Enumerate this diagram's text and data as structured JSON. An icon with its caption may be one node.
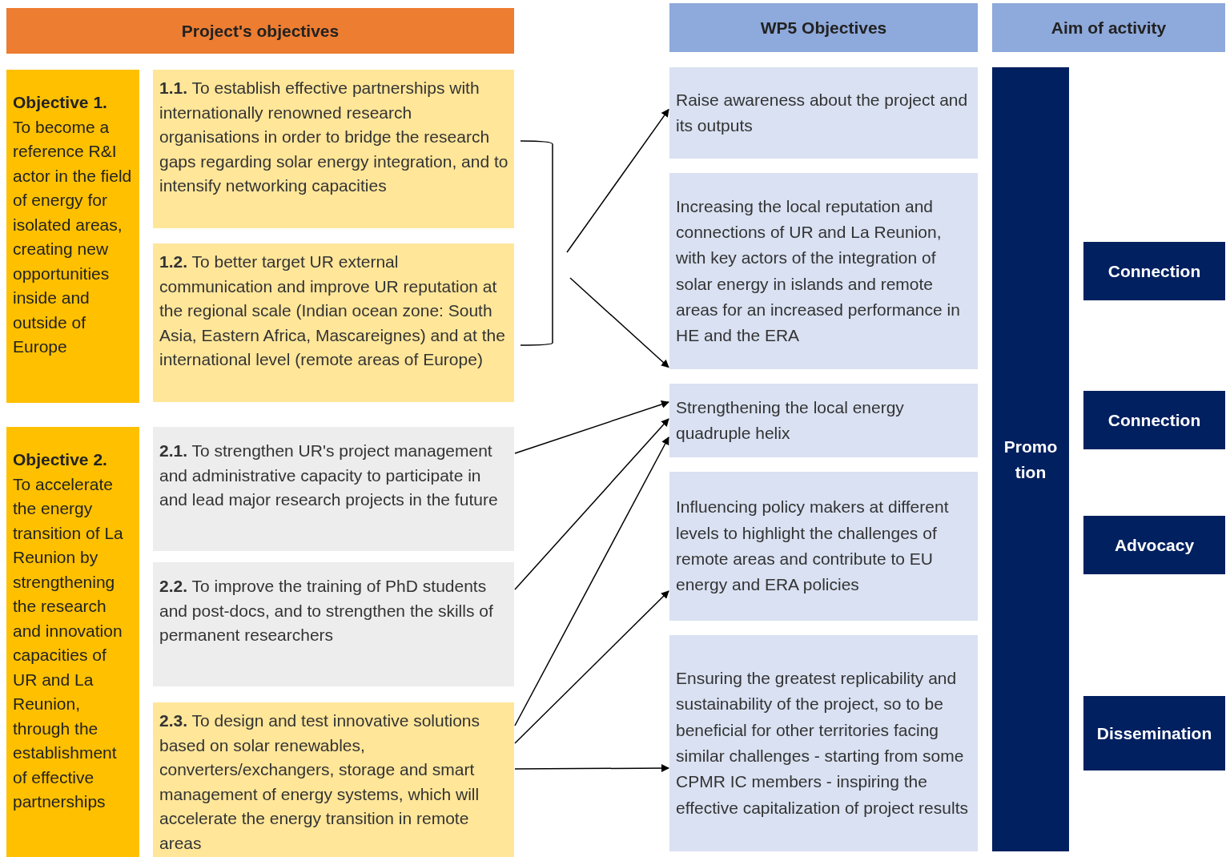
{
  "diagram": {
    "nodes": [
      {
        "text": [
          "Project's objectives"
        ]
      },
      {
        "text": [
          "Objective 1.",
          "To become a reference R&I actor in the field of energy for isolated areas, creating new opportunities inside and outside of Europe"
        ]
      },
      {
        "text": [
          "**1.1.** To establish effective partnerships with internationally renowned research organisations in order to bridge the research gaps regarding solar energy integration, and to intensify networking capacities"
        ]
      },
      {
        "text": [
          "**1.2.** To better target UR external communication and improve UR reputation at the regional scale (Indian ocean zone: South Asia, Eastern Africa, Mascareignes) and at the international level (remote areas of Europe)"
        ]
      },
      {
        "text": [
          "Objective 2.",
          "To accelerate the energy transition of La Reunion by strengthening the research and innovation capacities of UR and La Reunion, through the establishment of effective partnerships"
        ]
      },
      {
        "text": [
          "**2.1.** To strengthen UR's project management and administrative capacity to participate in and lead major research projects in the future"
        ]
      },
      {
        "text": [
          "**2.2.** To improve the training of PhD students and post-docs, and to strengthen the skills of permanent researchers"
        ]
      },
      {
        "text": [
          "**2.3.** To design and test innovative solutions based on solar renewables, converters/exchangers, storage and smart management of energy systems, which will accelerate the energy transition in remote areas"
        ]
      },
      {
        "text": [
          "WP5 Objectives"
        ]
      },
      {
        "text": [
          "Aim of activity"
        ]
      },
      {
        "text": [
          "Raise awareness about the project and its outputs"
        ]
      },
      {
        "text": [
          "Increasing the local reputation and connections of UR and La Reunion, with key actors of the integration of solar energy in islands and remote areas for an increased performance in HE and the ERA"
        ]
      },
      {
        "text": [
          "Strengthening the local energy quadruple helix"
        ]
      },
      {
        "text": [
          "Influencing policy makers at different levels to highlight the challenges of remote areas and contribute to EU energy and ERA policies"
        ]
      },
      {
        "text": [
          "Ensuring the greatest replicability and sustainability of the project, so to be beneficial for other territories facing similar challenges - starting from some CPMR IC members - inspiring the effective capitalization of project results"
        ]
      },
      {
        "text": [
          "Promo tion"
        ]
      },
      {
        "text": [
          "Connection"
        ]
      },
      {
        "text": [
          "Connection"
        ]
      },
      {
        "text": [
          "Advocacy"
        ]
      },
      {
        "text": [
          "Dissemination"
        ]
      }
    ],
    "edges": [
      {
        "from": null,
        "to": 10,
        "arrow": "to"
      },
      {
        "from": null,
        "to": 11,
        "arrow": "to"
      },
      {
        "from": 5,
        "to": 12,
        "arrow": "to"
      },
      {
        "from": 6,
        "to": 12,
        "arrow": "to"
      },
      {
        "from": 7,
        "to": 12,
        "arrow": "to"
      },
      {
        "from": 7,
        "to": 13,
        "arrow": "to"
      },
      {
        "from": 7,
        "to": 14,
        "arrow": "to"
      }
    ]
  }
}
